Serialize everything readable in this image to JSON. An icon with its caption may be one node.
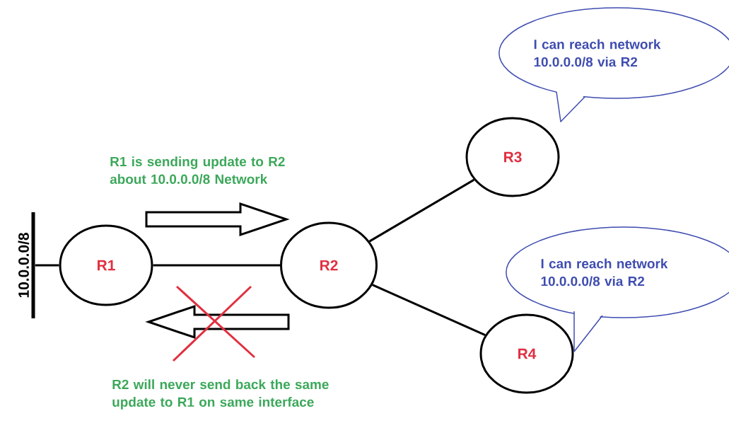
{
  "diagram": {
    "nodes": [
      {
        "text": [
          "10.0.0.0/8"
        ]
      },
      {
        "text": [
          "R1"
        ]
      },
      {
        "text": [
          "R2"
        ]
      },
      {
        "text": [
          "R3"
        ]
      },
      {
        "text": [
          "R4"
        ]
      },
      {
        "text": [
          "I can reach network 10.0.0.0/8 via R2"
        ]
      },
      {
        "text": [
          "I can reach network 10.0.0.0/8 via R2"
        ]
      }
    ],
    "edges": [
      {
        "from": 0,
        "to": 1,
        "arrow": "none"
      },
      {
        "from": 1,
        "to": 2,
        "arrow": "none"
      },
      {
        "from": 2,
        "to": 3,
        "arrow": "none"
      },
      {
        "from": 2,
        "to": 4,
        "arrow": "none"
      },
      {
        "from": 1,
        "to": 2,
        "arrow": "to",
        "label": "R1 is sending update to R2 about 10.0.0.0/8 Network"
      },
      {
        "from": 2,
        "to": 1,
        "arrow": "to",
        "label": "R2 will never send back the same update to R1 on same interface"
      }
    ]
  }
}
